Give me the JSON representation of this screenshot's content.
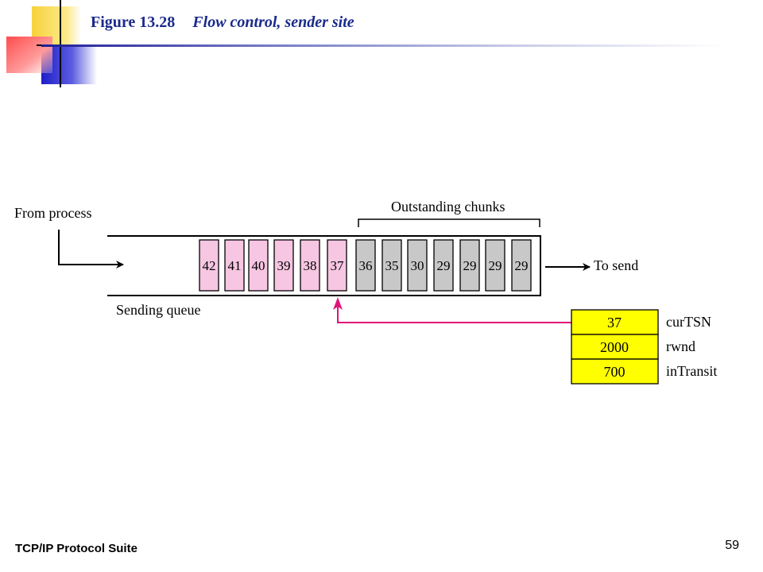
{
  "figure": {
    "number": "Figure 13.28",
    "name": "Flow control, sender site"
  },
  "footer": {
    "suite": "TCP/IP Protocol Suite",
    "page": "59"
  },
  "diagram": {
    "from_process": "From process",
    "outstanding_label": "Outstanding chunks",
    "queue_label": "Sending queue",
    "to_send": "To send",
    "pending_chunks": [
      "42",
      "41",
      "40",
      "39",
      "38",
      "37"
    ],
    "outstanding_chunks": [
      "36",
      "35",
      "30",
      "29",
      "29",
      "29",
      "29"
    ],
    "variables": [
      {
        "value": "37",
        "name": "curTSN"
      },
      {
        "value": "2000",
        "name": "rwnd"
      },
      {
        "value": "700",
        "name": "inTransit"
      }
    ]
  },
  "colors": {
    "title": "#1a2a8c",
    "pending_fill": "#f7c6e2",
    "outstanding_fill": "#c8c8c8",
    "variable_fill": "#ffff00",
    "pointer_arrow": "#e0147a"
  }
}
